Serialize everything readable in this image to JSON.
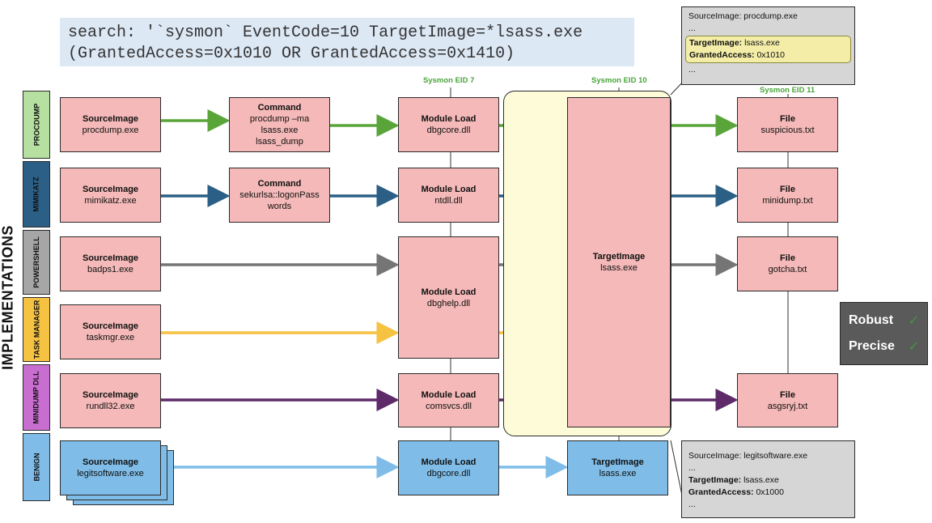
{
  "query": {
    "line1": "search: '`sysmon` EventCode=10 TargetImage=*lsass.exe",
    "line2": "(GrantedAccess=0x1010 OR GrantedAccess=0x1410)"
  },
  "side_label": "IMPLEMENTATIONS",
  "rows": [
    {
      "label": "PROCDUMP",
      "color": "#b6e0a0"
    },
    {
      "label": "MIMIKATZ",
      "color": "#2b5f85"
    },
    {
      "label": "POWERSHELL",
      "color": "#a6a6a6"
    },
    {
      "label": "TASK MANAGER",
      "color": "#f5c242"
    },
    {
      "label": "MINIDUMP DLL",
      "color": "#c96ed1"
    },
    {
      "label": "BENIGN",
      "color": "#7fbde8"
    }
  ],
  "eid": {
    "seven": "Sysmon EID 7",
    "ten": "Sysmon EID 10",
    "eleven": "Sysmon EID 11"
  },
  "sources": [
    {
      "title": "SourceImage",
      "value": "procdump.exe"
    },
    {
      "title": "SourceImage",
      "value": "mimikatz.exe"
    },
    {
      "title": "SourceImage",
      "value": "badps1.exe"
    },
    {
      "title": "SourceImage",
      "value": "taskmgr.exe"
    },
    {
      "title": "SourceImage",
      "value": "rundll32.exe"
    },
    {
      "title": "SourceImage",
      "value": "legitsoftware.exe"
    }
  ],
  "commands": [
    {
      "title": "Command",
      "l1": "procdump –ma",
      "l2": "lsass.exe",
      "l3": "lsass_dump"
    },
    {
      "title": "Command",
      "l1": "sekurlsa::logonPass",
      "l2": "words"
    }
  ],
  "modules": [
    {
      "title": "Module Load",
      "value": "dbgcore.dll"
    },
    {
      "title": "Module Load",
      "value": "ntdll.dll"
    },
    {
      "title": "Module Load",
      "value": "dbghelp.dll"
    },
    {
      "title": "Module Load",
      "value": "comsvcs.dll"
    },
    {
      "title": "Module Load",
      "value": "dbgcore.dll"
    }
  ],
  "targets": [
    {
      "title": "TargetImage",
      "value": "lsass.exe"
    },
    {
      "title": "TargetImage",
      "value": "lsass.exe"
    }
  ],
  "files": [
    {
      "title": "File",
      "value": "suspicious.txt"
    },
    {
      "title": "File",
      "value": "minidump.txt"
    },
    {
      "title": "File",
      "value": "gotcha.txt"
    },
    {
      "title": "File",
      "value": "asgsryj.txt"
    }
  ],
  "callout_top": {
    "line1": "SourceImage: procdump.exe",
    "dots1": "...",
    "t_key": "TargetImage:",
    "t_val": "lsass.exe",
    "g_key": "GrantedAccess:",
    "g_val": "0x1010",
    "dots2": "..."
  },
  "callout_bottom": {
    "line1": "SourceImage: legitsoftware.exe",
    "dots1": "...",
    "t_key": "TargetImage:",
    "t_val": "lsass.exe",
    "g_key": "GrantedAccess:",
    "g_val": "0x1000",
    "dots2": "..."
  },
  "badge": {
    "robust": "Robust",
    "precise": "Precise",
    "check": "✓"
  },
  "colors": {
    "green": "#5aa53a",
    "navy": "#2b5f85",
    "gray": "#757575",
    "yellow": "#f5c242",
    "purple": "#5e2a6a",
    "lightblue": "#7fbde8"
  }
}
